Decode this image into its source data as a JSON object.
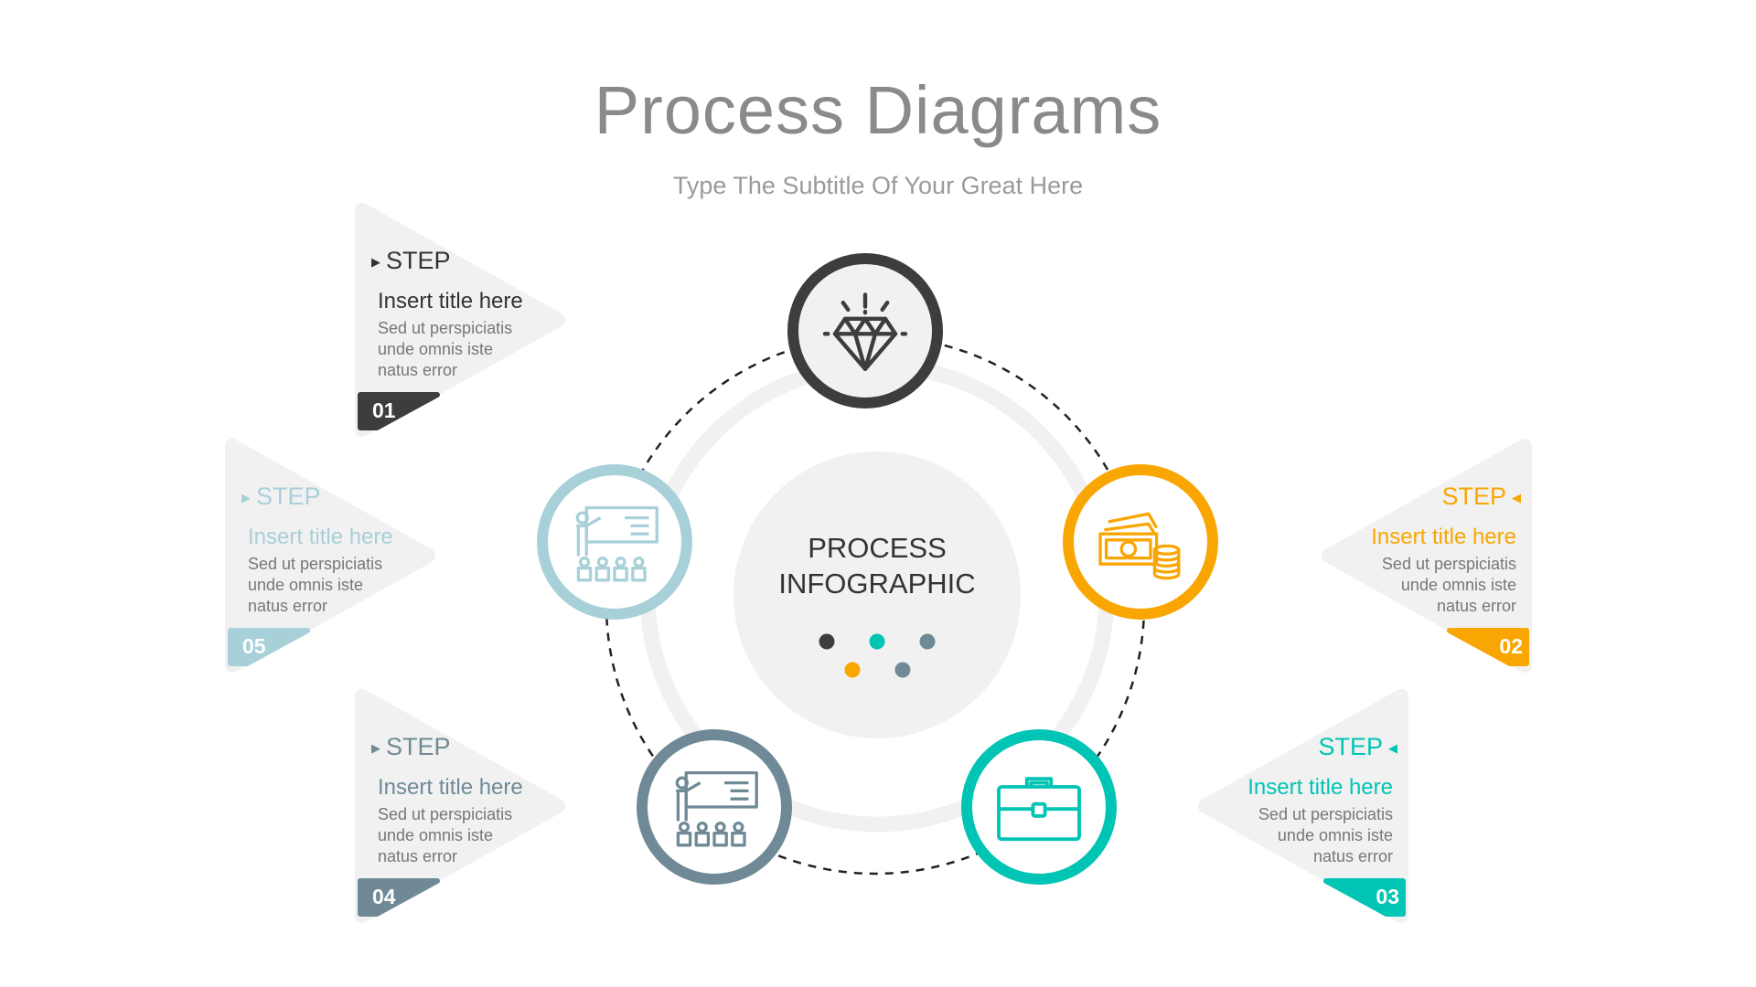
{
  "header": {
    "title": "Process Diagrams",
    "subtitle": "Type The Subtitle Of Your Great Here"
  },
  "center": {
    "line1": "PROCESS",
    "line2": "INFOGRAPHIC"
  },
  "colors": {
    "dark": "#3d3d3d",
    "orange": "#f9a602",
    "teal": "#00c4b4",
    "slate": "#6f8a96",
    "lightblue": "#a8d0d8",
    "card_bg": "#f1f1f1"
  },
  "steps": [
    {
      "number": "01",
      "label": "STEP",
      "title": "Insert title here",
      "body": "Sed ut perspiciatis unde omnis iste natus error",
      "icon": "diamond-icon"
    },
    {
      "number": "02",
      "label": "STEP",
      "title": "Insert title here",
      "body": "Sed ut perspiciatis unde omnis iste natus error",
      "icon": "money-icon"
    },
    {
      "number": "03",
      "label": "STEP",
      "title": "Insert title here",
      "body": "Sed ut perspiciatis unde omnis iste natus error",
      "icon": "briefcase-icon"
    },
    {
      "number": "04",
      "label": "STEP",
      "title": "Insert title here",
      "body": "Sed ut perspiciatis unde omnis iste natus error",
      "icon": "presentation-icon"
    },
    {
      "number": "05",
      "label": "STEP",
      "title": "Insert title here",
      "body": "Sed ut perspiciatis unde omnis iste natus error",
      "icon": "presentation-icon"
    }
  ]
}
